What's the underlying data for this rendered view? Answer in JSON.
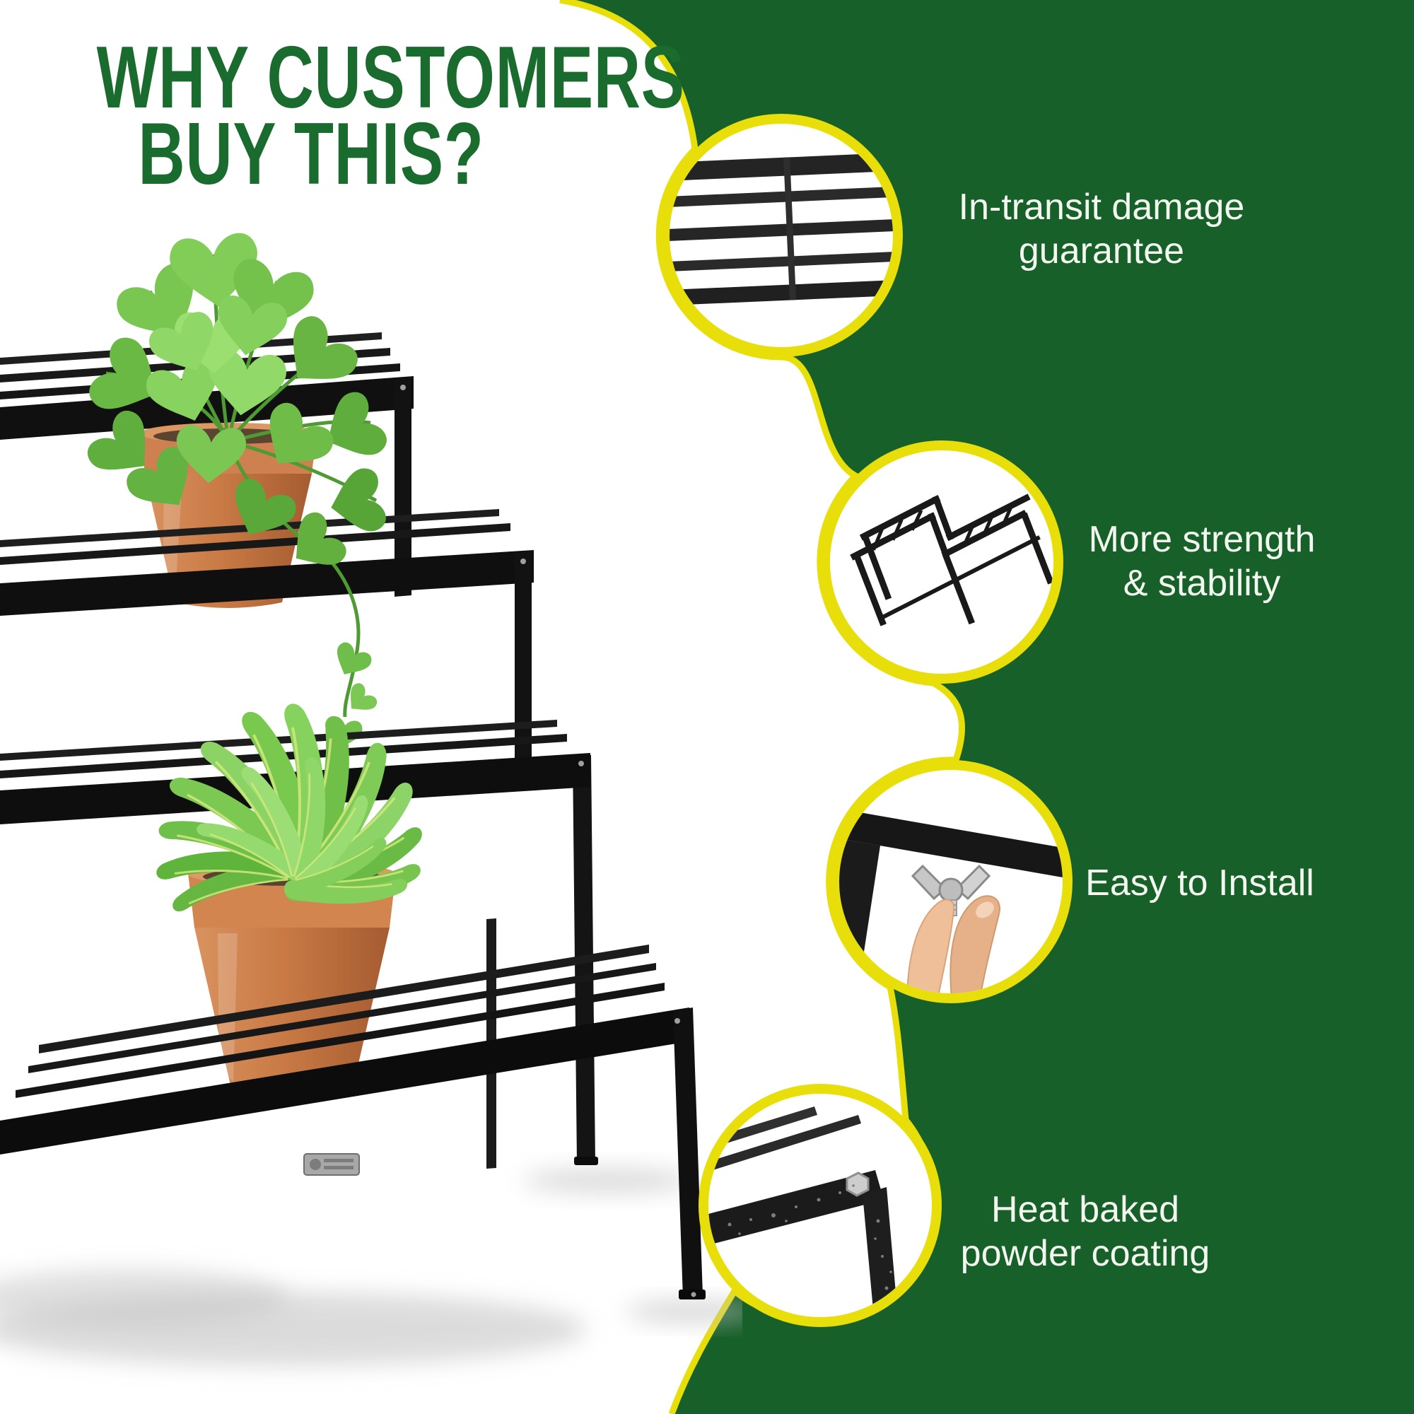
{
  "title": {
    "line1": "WHY CUSTOMERS",
    "line2": "BUY THIS?"
  },
  "features": [
    {
      "id": "in-transit-damage-guarantee",
      "label_lines": [
        "In-transit damage",
        "guarantee"
      ],
      "icon": "metal-shelf-slats-photo"
    },
    {
      "id": "strength-stability",
      "label_lines": [
        "More strength",
        "& stability"
      ],
      "icon": "step-stand-frame-photo"
    },
    {
      "id": "easy-install",
      "label_lines": [
        "Easy to Install"
      ],
      "icon": "hand-tightening-wing-nut-photo"
    },
    {
      "id": "powder-coating",
      "label_lines": [
        "Heat baked",
        "powder coating"
      ],
      "icon": "powder-coated-corner-photo"
    }
  ],
  "illustration": {
    "name": "three-tier-black-metal-step-plant-stand-with-two-terracotta-potted-plants"
  },
  "colors": {
    "background_green": "#17602a",
    "title_green": "#1a6b2e",
    "accent_yellow": "#e8df0a",
    "label_text": "#f3f7f0",
    "metal_black": "#101010",
    "terracotta": "#c97a45"
  }
}
